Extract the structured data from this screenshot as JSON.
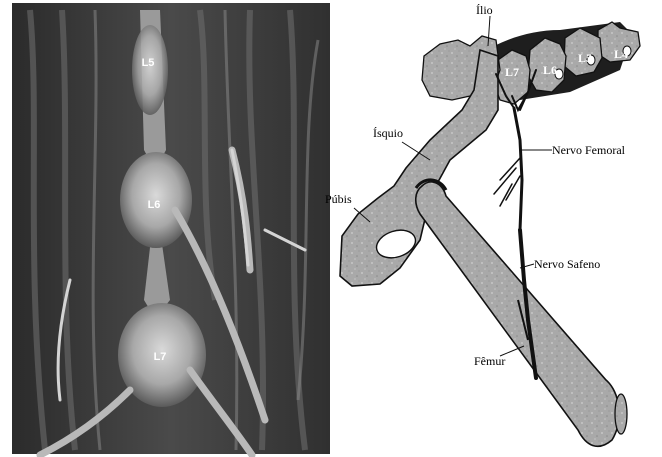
{
  "photo": {
    "labels": {
      "l5": "L5",
      "l6": "L6",
      "l7": "L7"
    }
  },
  "diagram": {
    "vertebrae": {
      "l4": "L4",
      "l5": "L5",
      "l6": "L6",
      "l7": "L7"
    },
    "bones": {
      "ilio": "Ílio",
      "isquio": "Ísquio",
      "pubis": "Púbis",
      "femur": "Fêmur"
    },
    "nerves": {
      "femoral": "Nervo Femoral",
      "safeno": "Nervo Safeno"
    }
  },
  "colors": {
    "bone_fill": "#aaaaaa",
    "bone_outline": "#111111",
    "dark_spine": "#1e1e1e",
    "photo_bg": "#3a3a3a"
  }
}
